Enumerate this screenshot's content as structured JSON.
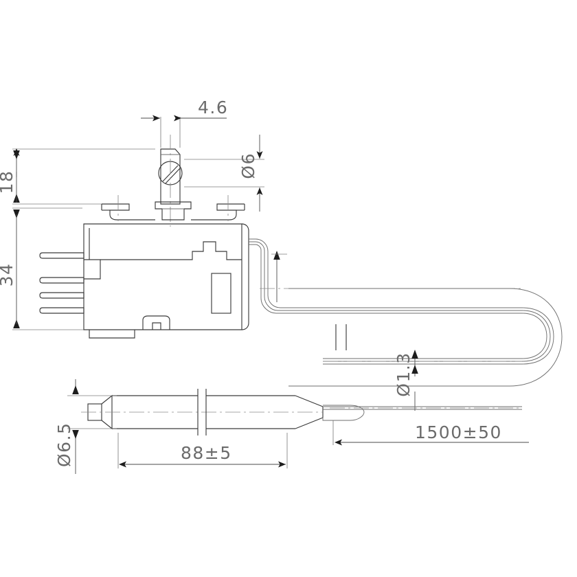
{
  "drawing": {
    "type": "engineering-drawing",
    "subject": "capillary thermostat with bulb probe",
    "units": "mm",
    "background_color": "#ffffff",
    "line_color": "#3a3a3a",
    "dimension_text_color": "#6b6b6b"
  },
  "dimensions": {
    "shaft_width": "4.6",
    "shaft_diameter": "Ø6",
    "shaft_height": "18",
    "body_height": "34",
    "bulb_diameter": "Ø6.5",
    "bulb_length": "88±5",
    "capillary_diameter": "Ø1.3",
    "capillary_length": "1500±50"
  },
  "labels": [
    {
      "id": "dim-4-6",
      "text": "4.6",
      "orientation": "horizontal"
    },
    {
      "id": "dim-d6",
      "text": "Ø6",
      "orientation": "vertical"
    },
    {
      "id": "dim-18",
      "text": "18",
      "orientation": "vertical"
    },
    {
      "id": "dim-34",
      "text": "34",
      "orientation": "vertical"
    },
    {
      "id": "dim-d65",
      "text": "Ø6.5",
      "orientation": "vertical"
    },
    {
      "id": "dim-88",
      "text": "88±5",
      "orientation": "horizontal"
    },
    {
      "id": "dim-d13",
      "text": "Ø1.3",
      "orientation": "vertical"
    },
    {
      "id": "dim-1500",
      "text": "1500±50",
      "orientation": "horizontal"
    }
  ],
  "views": {
    "side_view": {
      "name": "thermostat body side view",
      "features": [
        "adjustment-shaft",
        "slotted-screw",
        "mounting-tabs",
        "terminal-pins",
        "housing",
        "capillary-outlet"
      ],
      "terminal_pin_count": 4,
      "mounting_tab_count": 3
    },
    "probe_view": {
      "name": "sensing bulb probe",
      "features": [
        "bulb-tip-cap",
        "bulb-body",
        "taper",
        "capillary-tail",
        "break-symbol"
      ]
    },
    "capillary": {
      "name": "capillary tube routing",
      "features": [
        "u-bend-outer",
        "u-bend-inner",
        "break-symbol"
      ]
    }
  }
}
